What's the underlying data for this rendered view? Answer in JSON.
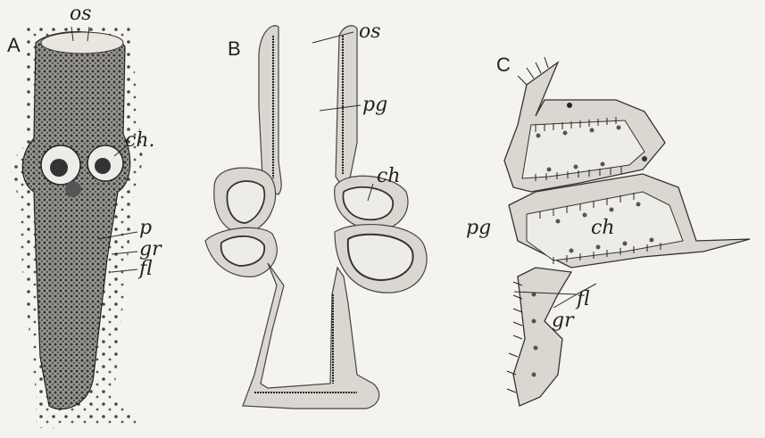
{
  "figure": {
    "panels": [
      {
        "id": "A",
        "label": "A"
      },
      {
        "id": "B",
        "label": "B"
      },
      {
        "id": "C",
        "label": "C"
      }
    ],
    "labels_a": {
      "os": "os",
      "ch": "ch.",
      "p": "p",
      "gr": "gr",
      "fl": "fl"
    },
    "labels_b": {
      "os": "os",
      "pg": "pg",
      "ch": "ch"
    },
    "labels_c": {
      "pg": "pg",
      "ch": "ch",
      "fl": "fl",
      "gr": "gr"
    }
  },
  "colors": {
    "background": "#f4f3ef",
    "tissue": "#d9d7d0",
    "ink": "#2a2a2a"
  }
}
